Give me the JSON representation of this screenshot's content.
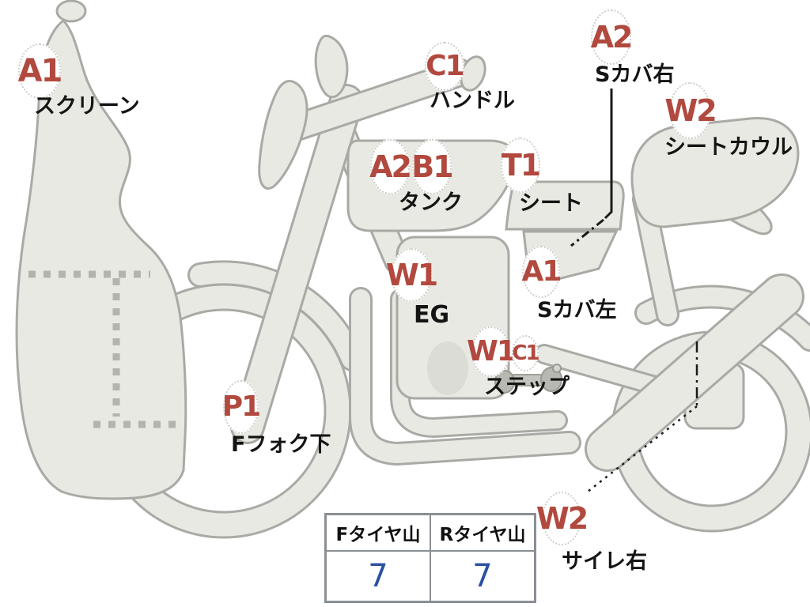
{
  "diagram": {
    "description": "motorcycle-condition-diagram",
    "colors": {
      "body_fill": "#e9e9e3",
      "body_outline": "#a9a9a5",
      "code_red": "#b1493f",
      "label_black": "#141414",
      "value_blue": "#2b51a3",
      "table_border": "#8a8f94"
    },
    "markers": [
      {
        "id": "screen",
        "codes": [
          "A1"
        ],
        "label": "スクリーン"
      },
      {
        "id": "handlebar",
        "codes": [
          "C1"
        ],
        "label": "ハンドル"
      },
      {
        "id": "tank",
        "codes": [
          "A2",
          "B1"
        ],
        "label": "タンク"
      },
      {
        "id": "seat",
        "codes": [
          "T1"
        ],
        "label": "シート"
      },
      {
        "id": "side-cover-right",
        "codes": [
          "A2"
        ],
        "label": "Sカバ右"
      },
      {
        "id": "seat-cowl",
        "codes": [
          "W2"
        ],
        "label": "シートカウル"
      },
      {
        "id": "engine",
        "codes": [
          "W1"
        ],
        "label": "EG"
      },
      {
        "id": "side-cover-left",
        "codes": [
          "A1"
        ],
        "label": "Sカバ左"
      },
      {
        "id": "step",
        "codes": [
          "W1",
          "C1"
        ],
        "label": "ステップ"
      },
      {
        "id": "front-fork-lower",
        "codes": [
          "P1"
        ],
        "label": "Fフォク下"
      },
      {
        "id": "silencer-right",
        "codes": [
          "W2"
        ],
        "label": "サイレ右"
      }
    ],
    "tire_table": {
      "columns": [
        {
          "header": "Fタイヤ山",
          "value": "7"
        },
        {
          "header": "Rタイヤ山",
          "value": "7"
        }
      ]
    }
  }
}
